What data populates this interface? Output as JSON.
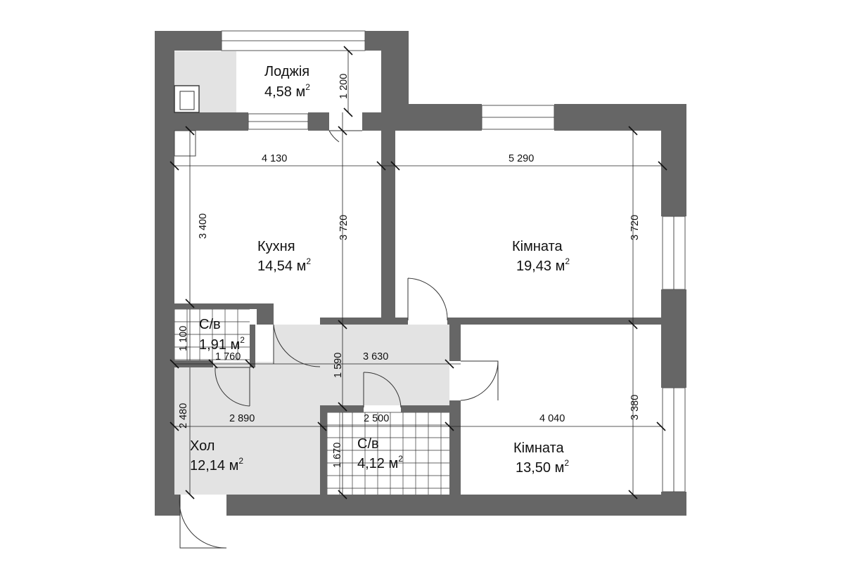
{
  "rooms": {
    "loggia": {
      "name": "Лоджія",
      "area": "4,58 м",
      "sup": "2"
    },
    "kitchen": {
      "name": "Кухня",
      "area": "14,54 м",
      "sup": "2"
    },
    "room1": {
      "name": "Кімната",
      "area": "19,43 м",
      "sup": "2"
    },
    "wc1": {
      "name": "С/в",
      "area": "1,91 м",
      "sup": "2"
    },
    "hall": {
      "name": "Хол",
      "area": "12,14 м",
      "sup": "2"
    },
    "wc2": {
      "name": "С/в",
      "area": "4,12 м",
      "sup": "2"
    },
    "room2": {
      "name": "Кімната",
      "area": "13,50 м",
      "sup": "2"
    }
  },
  "dimensions": {
    "loggia_depth": "1 200",
    "kitchen_width": "4 130",
    "room1_width": "5 290",
    "kitchen_height_left": "3 400",
    "kitchen_height_right": "3 720",
    "room1_height": "3 720",
    "wc1_height": "1 100",
    "wc1_width": "1 760",
    "corridor_width": "3 630",
    "corridor_height": "1 590",
    "hall_width": "2 890",
    "hall_height": "2 480",
    "wc2_width": "2 500",
    "wc2_height": "1 670",
    "room2_width": "4 040",
    "room2_height": "3 380"
  },
  "colors": {
    "wall": "#666666",
    "floor_gray": "#e3e3e3",
    "line": "#222222",
    "background": "#ffffff"
  }
}
